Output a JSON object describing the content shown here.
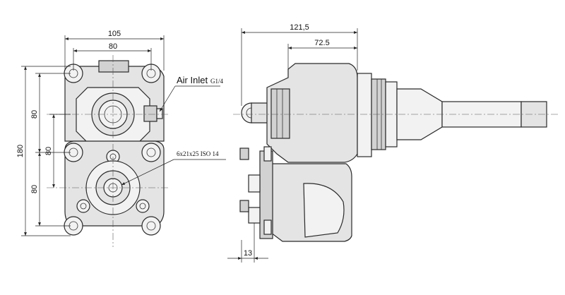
{
  "dimensions": {
    "front_width_outer": "105",
    "front_width_inner": "80",
    "front_height_total": "180",
    "front_height_upper": "80",
    "front_height_mid": "80",
    "front_height_lower": "80",
    "side_length_total": "121,5",
    "side_length_body": "72.5",
    "side_flange": "13"
  },
  "labels": {
    "air_inlet": "Air Inlet",
    "air_inlet_thread": "G1/4",
    "spline_spec": "6x21x25 ISO 14"
  }
}
